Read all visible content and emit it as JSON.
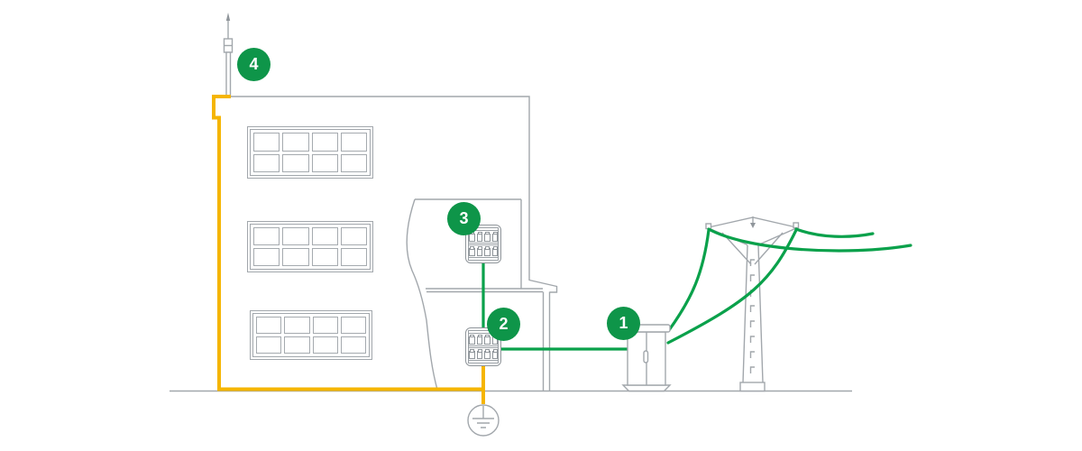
{
  "diagram": {
    "type": "building-electrical-supply-and-lightning-protection-illustration",
    "callouts": [
      {
        "label": "1",
        "marker": "service-connection-cabinet"
      },
      {
        "label": "2",
        "marker": "main-distribution-board"
      },
      {
        "label": "3",
        "marker": "floor-distribution-board"
      },
      {
        "label": "4",
        "marker": "lightning-rod-air-terminal"
      }
    ]
  },
  "colors": {
    "wire_green": "#0aa14b",
    "marker_green": "#0e9549",
    "conductor_yellow": "#f5b501",
    "outline_gray": "#a2a7ac"
  }
}
